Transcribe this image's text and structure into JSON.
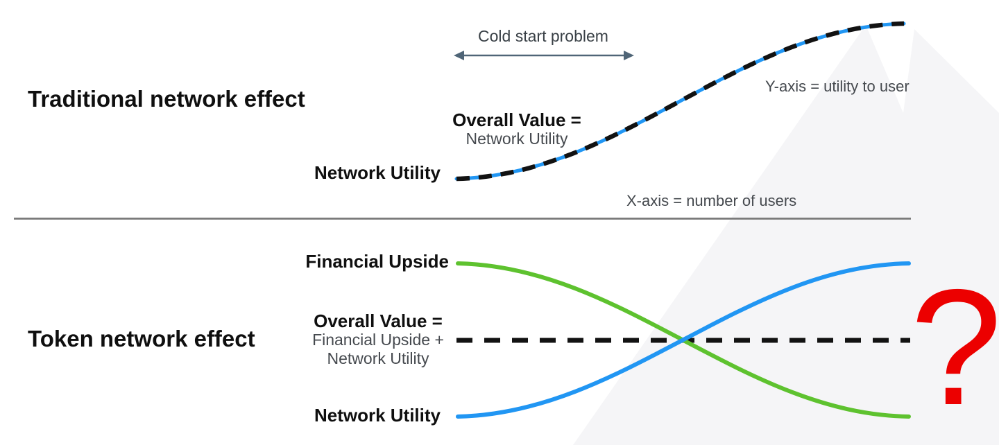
{
  "colors": {
    "curve_blue": "#2196f3",
    "curve_green": "#5ec22f",
    "dash_black": "#121212",
    "question_red": "#ec0000",
    "arrow_slate": "#4f6577",
    "divider_gray": "#7d7d7d",
    "heading_black": "#0f0f0f",
    "text_gray": "#45494e",
    "watermark_gray": "#f5f5f7"
  },
  "top_section": {
    "title": "Traditional network effect",
    "cold_start_label": "Cold start problem",
    "overall_value_heading": "Overall Value =",
    "overall_value_detail": "Network Utility",
    "curve_start_label": "Network Utility",
    "y_axis_note": "Y-axis = utility to user",
    "x_axis_note": "X-axis = number of users",
    "curve": {
      "name": "Network Utility",
      "type": "sigmoid",
      "direction": "rising",
      "style": "blue solid line overlaid with black dashes"
    }
  },
  "bottom_section": {
    "title": "Token network effect",
    "financial_upside_label": "Financial Upside",
    "overall_value_heading": "Overall Value =",
    "overall_value_detail_1": "Financial Upside +",
    "overall_value_detail_2": "Network Utility",
    "network_utility_label": "Network Utility",
    "question_mark": "?",
    "curves": [
      {
        "name": "Financial Upside",
        "type": "sigmoid",
        "direction": "falling",
        "color": "#5ec22f"
      },
      {
        "name": "Overall Value",
        "type": "horizontal-dashed",
        "direction": "flat",
        "color": "#121212"
      },
      {
        "name": "Network Utility",
        "type": "sigmoid",
        "direction": "rising",
        "color": "#2196f3"
      }
    ]
  }
}
